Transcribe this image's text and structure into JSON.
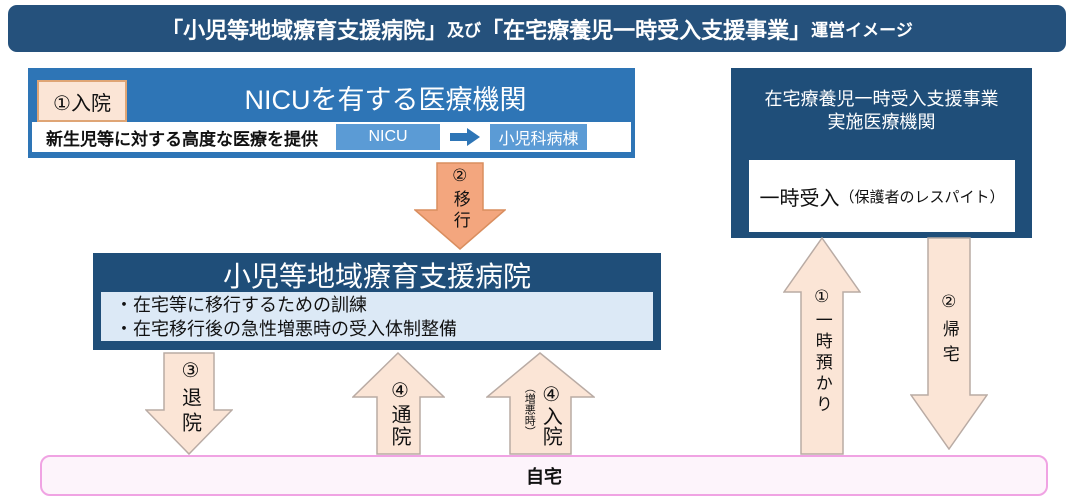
{
  "header": {
    "title_part1": "「小児等地域療育支援病院」",
    "title_part2": "及び",
    "title_part3": "「在宅療養児一時受入支援事業」",
    "title_part4": "運営イメージ"
  },
  "nicu_box": {
    "admission_step_label": "①入院",
    "title": "NICUを有する医療機関",
    "description": "新生児等に対する高度な医療を提供",
    "nicu_unit_label": "NICU",
    "pediatric_ward_label": "小児科病棟"
  },
  "transition_arrow_label": "②移行",
  "support_hospital_box": {
    "title": "小児等地域療育支援病院",
    "function_1": "・在宅等に移行するための訓練",
    "function_2": "・在宅移行後の急性増悪時の受入体制整備"
  },
  "home_flow_arrows": {
    "discharge_label": "③退院",
    "outpatient_label": "④通院",
    "readmission_label": "④入院",
    "readmission_note": "（増悪時）"
  },
  "home_bar_label": "自宅",
  "respite_facility_box": {
    "title_line1": "在宅療養児一時受入支援事業",
    "title_line2": "実施医療機関",
    "service_label": "一時受入",
    "service_note": "（保護者のレスパイト）"
  },
  "respite_flow_arrows": {
    "temporary_care_label": "①一時預かり",
    "return_home_label": "②帰宅"
  },
  "colors": {
    "navy_box": "#1F4E79",
    "header_navy": "#25517C",
    "medium_blue": "#2E75B6",
    "button_blue": "#5B9BD5",
    "pale_blue_panel": "#DCE9F6",
    "peach_arrow_fill": "#FBE5D6",
    "peach_arrow_border": "#B9ABA4",
    "orange_arrow_fill": "#F3A67E",
    "orange_arrow_border": "#D98E5F",
    "home_pink_fill": "#FDF4FB",
    "home_pink_border": "#F0A3E3"
  }
}
